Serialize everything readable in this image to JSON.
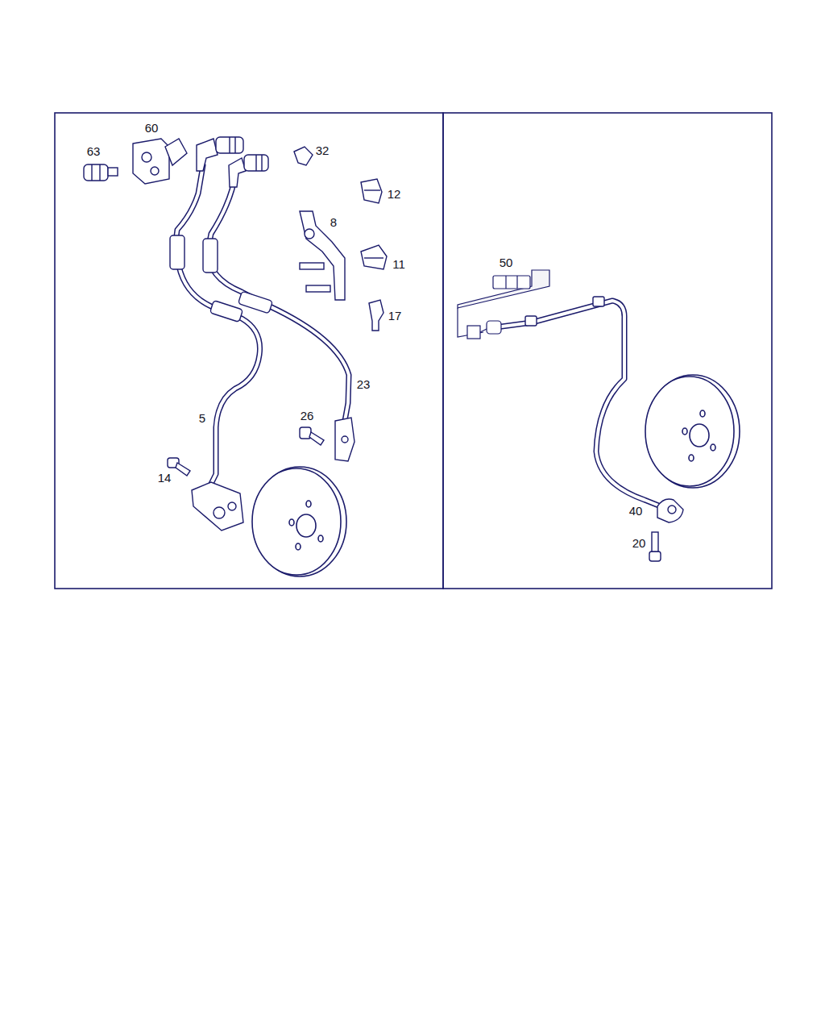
{
  "diagram": {
    "labels": [
      "60",
      "63",
      "32",
      "12",
      "8",
      "11",
      "17",
      "23",
      "26",
      "5",
      "14",
      "50",
      "40",
      "20"
    ]
  }
}
